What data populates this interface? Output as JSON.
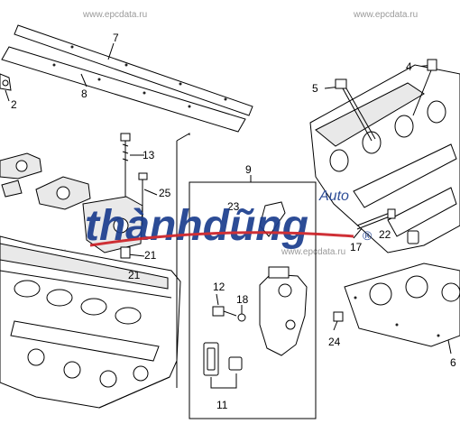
{
  "watermarks": {
    "top_left": "www.epcdata.ru",
    "top_right": "www.epcdata.ru",
    "mid_left": "www.epcdata.ru",
    "mid_right": "www.epcdata.ru"
  },
  "logo": {
    "main_text": "thànhdũng",
    "sub_text": "Auto",
    "registered_mark": "®",
    "color_thanh": "#1d3f8f",
    "color_dung": "#1d3f8f",
    "color_accent": "#cc2127"
  },
  "callouts": {
    "c2": "2",
    "c4": "4",
    "c5": "5",
    "c6": "6",
    "c7": "7",
    "c8": "8",
    "c9": "9",
    "c11": "11",
    "c12": "12",
    "c13": "13",
    "c17": "17",
    "c18": "18",
    "c21a": "21",
    "c21b": "21",
    "c22": "22",
    "c23": "23",
    "c24": "24",
    "c25": "25"
  }
}
